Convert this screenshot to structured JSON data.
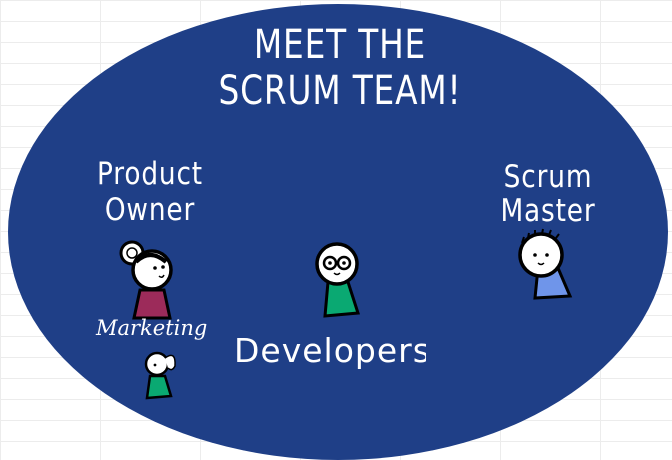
{
  "title_line1": "MEET THE",
  "title_line2": "SCRUM TEAM!",
  "roles": {
    "product_owner_line1": "Product",
    "product_owner_line2": "Owner",
    "scrum_master_line1": "Scrum",
    "scrum_master_line2": "Master",
    "developers": "Developers",
    "marketing": "Marketing"
  },
  "colors": {
    "ellipse": "#1f3f87",
    "po_shirt": "#9c2b5a",
    "dev_shirt": "#0aa972",
    "sm_shirt": "#6f95ea"
  }
}
